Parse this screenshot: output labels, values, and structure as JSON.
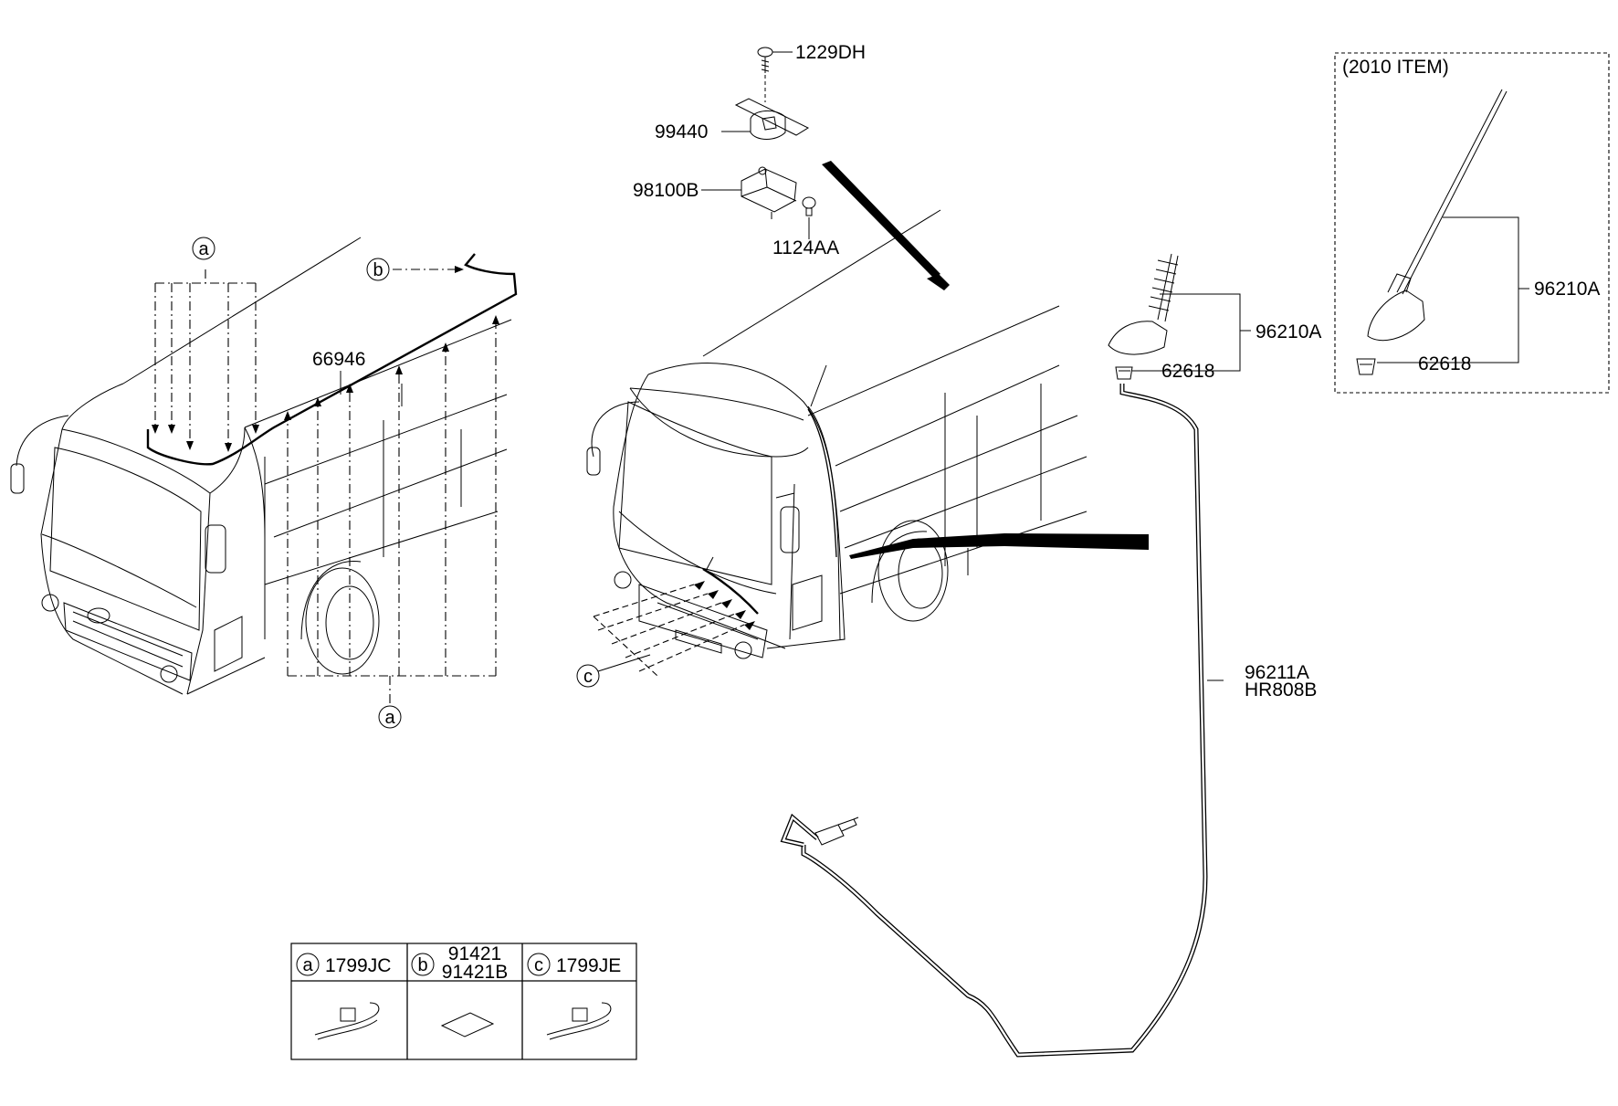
{
  "part_labels": {
    "screw_1229DH": "1229DH",
    "mount_99440": "99440",
    "bracket_98100B": "98100B",
    "bolt_1124AA": "1124AA",
    "harness_66946": "66946",
    "antenna_96210A": "96210A",
    "grommet_62618": "62618",
    "cable_96211A": "96211A",
    "cable_HR808B": "HR808B"
  },
  "inset": {
    "title": "(2010 ITEM)",
    "antenna_label": "96210A",
    "grommet_label": "62618"
  },
  "callouts": {
    "a_top": "a",
    "b_top": "b",
    "a_bottom": "a",
    "c_front": "c"
  },
  "legend_table": {
    "columns": [
      {
        "key": "a",
        "part": "1799JC",
        "icon": "cable-tie-clip-icon"
      },
      {
        "key": "b",
        "part_line1": "91421",
        "part_line2": "91421B",
        "icon": "adhesive-pad-icon"
      },
      {
        "key": "c",
        "part": "1799JE",
        "icon": "cable-tie-clip-icon"
      }
    ]
  }
}
